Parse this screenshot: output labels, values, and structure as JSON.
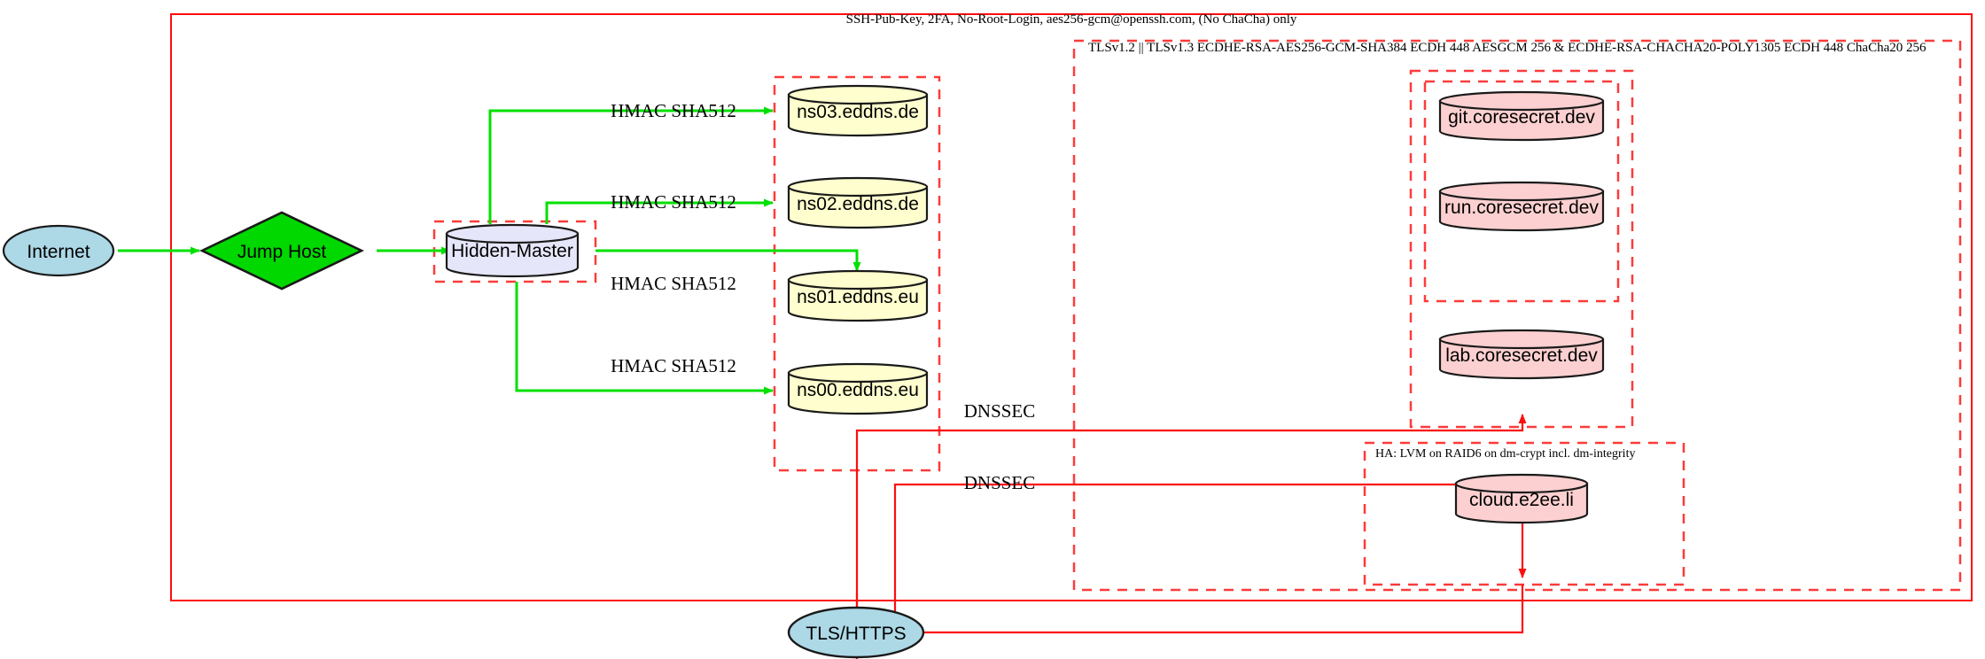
{
  "diagram": {
    "title_top_container": "SSH-Pub-Key, 2FA, No-Root-Login, aes256-gcm@openssh.com, (No ChaCha) only",
    "title_tls_container": "TLSv1.2 || TLSv1.3 ECDHE-RSA-AES256-GCM-SHA384 ECDH 448 AESGCM 256 & ECDHE-RSA-CHACHA20-POLY1305 ECDH 448 ChaCha20 256",
    "title_ha_container": "HA: LVM on RAID6 on dm-crypt incl. dm-integrity"
  },
  "nodes": {
    "internet": {
      "label": "Internet",
      "shape": "ellipse",
      "color": "#add8e6"
    },
    "jump_host": {
      "label": "Jump Host",
      "shape": "diamond",
      "color": "#00d800"
    },
    "hidden_master": {
      "label": "Hidden-Master",
      "shape": "cylinder",
      "color": "#e6e6fa"
    },
    "ns03": {
      "label": "ns03.eddns.de",
      "shape": "cylinder",
      "color": "#fefece"
    },
    "ns02": {
      "label": "ns02.eddns.de",
      "shape": "cylinder",
      "color": "#fefece"
    },
    "ns01": {
      "label": "ns01.eddns.eu",
      "shape": "cylinder",
      "color": "#fefece"
    },
    "ns00": {
      "label": "ns00.eddns.eu",
      "shape": "cylinder",
      "color": "#fefece"
    },
    "git": {
      "label": "git.coresecret.dev",
      "shape": "cylinder",
      "color": "#fcd0d0"
    },
    "run": {
      "label": "run.coresecret.dev",
      "shape": "cylinder",
      "color": "#fcd0d0"
    },
    "lab": {
      "label": "lab.coresecret.dev",
      "shape": "cylinder",
      "color": "#fcd0d0"
    },
    "cloud": {
      "label": "cloud.e2ee.li",
      "shape": "cylinder",
      "color": "#fcd0d0"
    },
    "tls_https": {
      "label": "TLS/HTTPS",
      "shape": "ellipse",
      "color": "#add8e6"
    }
  },
  "edge_labels": {
    "hmac_ns03": "HMAC SHA512",
    "hmac_ns02": "HMAC SHA512",
    "hmac_ns01": "HMAC SHA512",
    "hmac_ns00": "HMAC SHA512",
    "dnssec_upper": "DNSSEC",
    "dnssec_lower": "DNSSEC"
  },
  "colors": {
    "container_border": "#fd0d0d",
    "cluster_border": "#fd3b3b",
    "green_link": "#00e000",
    "red_link": "#fd0d0d",
    "ellipse_fill": "#add8e6",
    "diamond_fill": "#00d800",
    "master_fill": "#e6e6fa",
    "ns_fill": "#fefece",
    "service_fill": "#fcd0d0"
  }
}
